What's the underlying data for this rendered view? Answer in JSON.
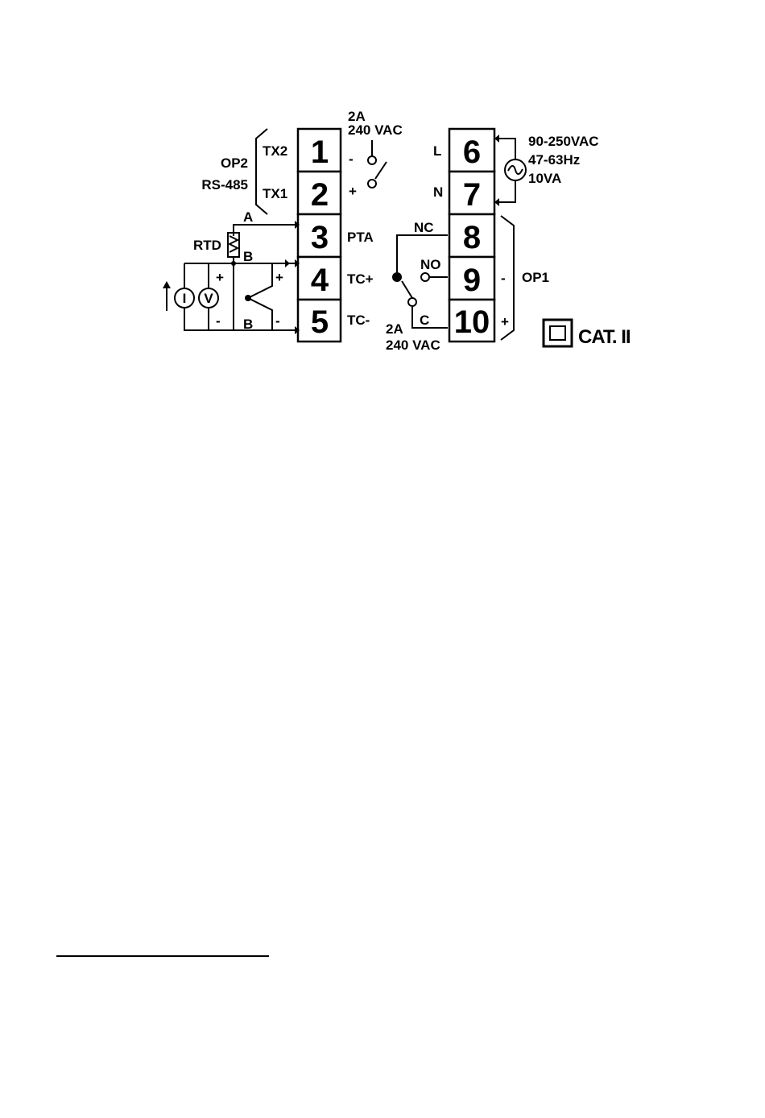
{
  "terminals_left": [
    {
      "number": "1",
      "label": "-"
    },
    {
      "number": "2",
      "label": "+"
    },
    {
      "number": "3",
      "label": "PTA"
    },
    {
      "number": "4",
      "label": "TC+"
    },
    {
      "number": "5",
      "label": "TC-"
    }
  ],
  "terminals_right": [
    {
      "number": "6",
      "label": "L"
    },
    {
      "number": "7",
      "label": "N"
    },
    {
      "number": "8",
      "label": "NC"
    },
    {
      "number": "9",
      "label": "NO"
    },
    {
      "number": "10",
      "label": "C"
    }
  ],
  "op2": {
    "name": "OP2",
    "protocol": "RS-485",
    "tx2": "TX2",
    "tx1": "TX1",
    "rating_current": "2A",
    "rating_voltage": "240 VAC"
  },
  "inputs": {
    "rtd": "RTD",
    "a": "A",
    "b_top": "B",
    "b_bottom": "B",
    "current": "I",
    "voltage": "V",
    "plus_left": "+",
    "minus_left": "-",
    "tc_plus": "+",
    "tc_minus": "-"
  },
  "power": {
    "voltage": "90-250VAC",
    "frequency": "47-63Hz",
    "power": "10VA"
  },
  "op1": {
    "name": "OP1",
    "minus": "-",
    "plus": "+",
    "rating_current": "2A",
    "rating_voltage": "240 VAC"
  },
  "category": "CAT. II"
}
